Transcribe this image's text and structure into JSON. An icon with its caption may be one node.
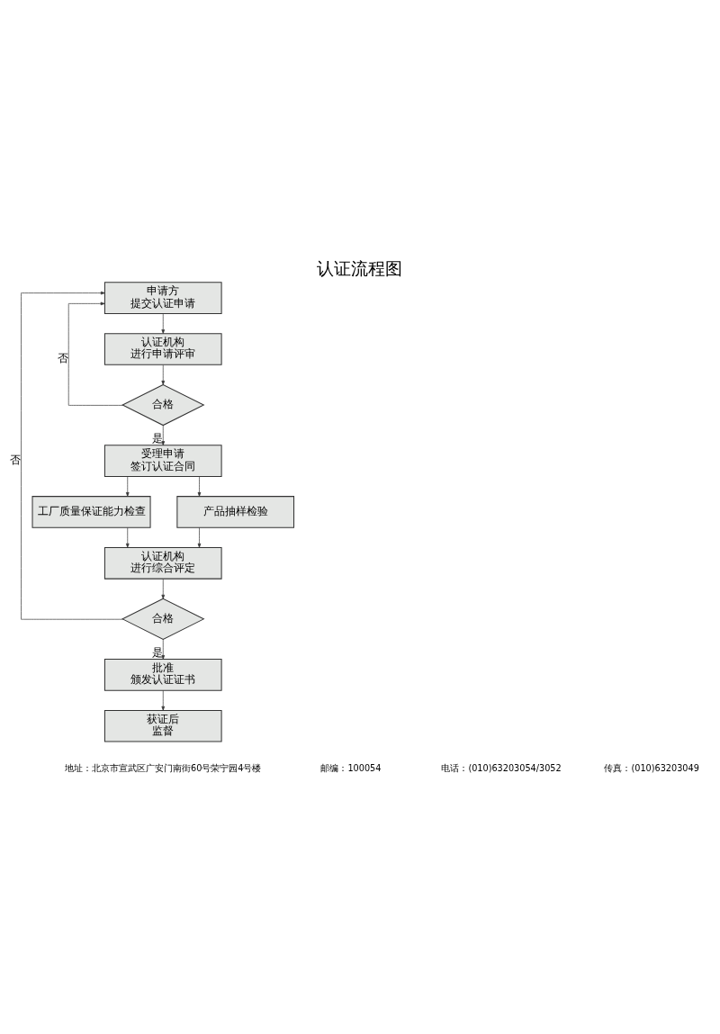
{
  "diagram": {
    "title": "认证流程图",
    "nodes": [
      {
        "text": [
          "申请方",
          "提交认证申请"
        ]
      },
      {
        "text": [
          "认证机构",
          "进行申请评审"
        ]
      },
      {
        "text": [
          "合格"
        ]
      },
      {
        "text": [
          "受理申请",
          "签订认证合同"
        ]
      },
      {
        "text": [
          "工厂质量保证能力检查"
        ]
      },
      {
        "text": [
          "产品抽样检验"
        ]
      },
      {
        "text": [
          "认证机构",
          "进行综合评定"
        ]
      },
      {
        "text": [
          "合格"
        ]
      },
      {
        "text": [
          "批准",
          "颁发认证证书"
        ]
      },
      {
        "text": [
          "获证后",
          "监督"
        ]
      }
    ],
    "edges": [
      {
        "from": 0,
        "to": 1,
        "arrow": "to"
      },
      {
        "from": 1,
        "to": 2,
        "arrow": "to"
      },
      {
        "from": 2,
        "to": 0,
        "arrow": "to",
        "label": "否"
      },
      {
        "from": 2,
        "to": 3,
        "arrow": "to",
        "label": "是"
      },
      {
        "from": 3,
        "to": 4,
        "arrow": "to"
      },
      {
        "from": 3,
        "to": 5,
        "arrow": "to"
      },
      {
        "from": 4,
        "to": 6,
        "arrow": "to"
      },
      {
        "from": 5,
        "to": 6,
        "arrow": "to"
      },
      {
        "from": 6,
        "to": 7,
        "arrow": "to"
      },
      {
        "from": 7,
        "to": 0,
        "arrow": "to",
        "label": "否"
      },
      {
        "from": 7,
        "to": 8,
        "arrow": "to",
        "label": "是"
      },
      {
        "from": 8,
        "to": 9,
        "arrow": "to"
      }
    ],
    "labels": [
      "地址：北京市宣武区广安门南街60号荣宁园4号楼",
      "邮编：100054",
      "电话：(010)63203054/3052",
      "传真：(010)63203049"
    ]
  }
}
